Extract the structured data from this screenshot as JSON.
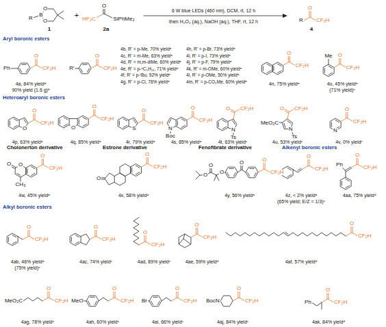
{
  "diagram": {
    "labels": [
      "R",
      "B",
      "O",
      "O",
      "1",
      "+",
      "O",
      "HF₂C",
      "SiPhMe₂",
      "2a",
      "6 W blue LEDs (460 nm), DCM, rt, 12 h",
      "then H₂O₂ (aq.), NaOH (aq.), THF, rt, 12 h",
      "R",
      "O",
      "CF₂H",
      "4",
      "Aryl boronic esters",
      "Ph",
      "O",
      "CF₂H",
      "4a, 84% yieldᵃ",
      "90% yield (1.6 g)ᵇ",
      "R'",
      "O",
      "CF₂H",
      "4b, R' = p-Me, 70% yieldᵃ",
      "4c, R' = m-Me, 63% yieldᵃ",
      "4d, R' = m,m-diMe, 60% yieldᵃ",
      "4e, R' = p-ⁿC₅H₁₁, 71% yieldᵃ",
      "4f, R' = p-ᵗBu, 92% yieldᵃ",
      "4g, R' = p-Cl, 76% yieldᵃ",
      "4h, R' = p-Br, 73% yieldᵃ",
      "4i, R' = p-I, 73% yieldᵃ",
      "4j, R' = p-F, 79% yieldᵃ",
      "4k, R' = m-OMe, 60% yieldᵃ",
      "4l, R' = p-OMe, 50% yieldᵃ",
      "4m, R' = p-CO₂Me, 60% yieldᵃ",
      "O",
      "CF₂H",
      "4n, 75% yieldᵃ",
      "Me",
      "O",
      "CF₂H",
      "4o, 45% yieldᵃ",
      "(71% yield)ᶜ",
      "Heteroaryl boronic esters",
      "O",
      "O",
      "CF₂H",
      "4p, 63% yieldᵃ",
      "O",
      "O",
      "CF₂H",
      "4q, 85% yieldᵃ",
      "S",
      "O",
      "CF₂H",
      "4r, 79% yieldᵃ",
      "N",
      "Boc",
      "O",
      "CF₂H",
      "4s, 85% yieldᵃ",
      "N",
      "Ts",
      "O",
      "CF₂H",
      "4t, 63% yieldᶜ",
      "MeO₂C",
      "N",
      "Ts",
      "O",
      "CF₂H",
      "4u, 53% yieldᶜ",
      "N",
      "O",
      "CF₂H",
      "4v, 0% yieldᶜ",
      "Cholonerton derivative",
      "Estrone derivative",
      "Fenofibrate derivative",
      "Alkenyl boronic esters",
      "O",
      "O",
      "CH₃",
      "O",
      "CF₂H",
      "4w, 45% yieldᵃ",
      "O",
      "O",
      "CF₂H",
      "4x, 58% yieldᵃ",
      "O",
      "O",
      "O",
      "O",
      "O",
      "CF₂H",
      "4y, 56% yieldᵃ",
      "O",
      "CF₂H",
      "4z, < 2% yieldᵃ",
      "(65% yield; E/Z = 1/3)ᶜ",
      "Ph",
      "O",
      "CF₂H",
      "4aa, 75% yieldᵈ",
      "Alkyl boronic esters",
      "O",
      "CF₂H",
      "4ab, 46% yieldᵃ",
      "(75% yield)ᶜ",
      "O",
      "CF₂H",
      "4ac, 74% yieldᶜ",
      "O",
      "CF₂H",
      "4ad, 89% yieldᶜ",
      "O",
      "CF₂H",
      "4ae, 59% yieldᵈ",
      "O",
      "CF₂H",
      "4af, 57% yieldᵈ",
      "MeO₂C",
      "O",
      "CF₂H",
      "4ag, 78% yieldᶜ",
      "MeO",
      "O",
      "CF₂H",
      "4ah, 60% yieldᶜ",
      "Br",
      "O",
      "CF₂H",
      "4ai, 66% yieldᶜ",
      "BocN",
      "O",
      "CF₂H",
      "4aj, 84% yieldᶜ",
      "Ph",
      "O",
      "CF₂H",
      "4ak, 84% yieldᵈ"
    ]
  }
}
